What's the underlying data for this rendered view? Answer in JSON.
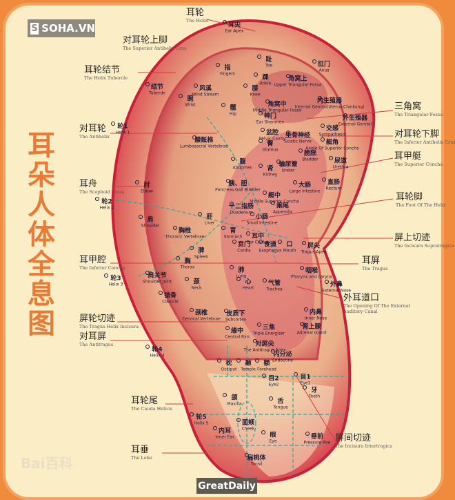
{
  "watermarks": {
    "top": "SOHA.VN",
    "top_badge": "S",
    "bottom": "GreatDaily",
    "baidu": "Bai百科"
  },
  "title": [
    "耳",
    "朵",
    "人",
    "体",
    "全",
    "息",
    "图"
  ],
  "colors": {
    "title": "#ea7a35",
    "background": "#fbeec6",
    "frame": "#f08a3c",
    "ear_edge": "#c8203a",
    "ear_inner": "#f3c79a",
    "guide_line": "#2aa6a0",
    "label_line": "#d83a3a"
  },
  "outer_labels": [
    {
      "cn": "耳轮",
      "en": "The Helix"
    },
    {
      "cn": "对耳轮上脚",
      "en": "The Superior Antihelix Crus"
    },
    {
      "cn": "耳轮结节",
      "en": "The Helix Tubercle"
    },
    {
      "cn": "对耳轮",
      "en": "The Antihelix"
    },
    {
      "cn": "耳舟",
      "en": "The Scaphoid Fossa"
    },
    {
      "cn": "耳甲腔",
      "en": "The Inferior Concha"
    },
    {
      "cn": "屏轮切迹",
      "en": "The Tragus-Helix Incisura"
    },
    {
      "cn": "对耳屏",
      "en": "The Antitragus"
    },
    {
      "cn": "耳轮尾",
      "en": "The Cauda Helicis"
    },
    {
      "cn": "耳垂",
      "en": "The Lobe"
    },
    {
      "cn": "三角窝",
      "en": "The Triangular Fossa"
    },
    {
      "cn": "对耳轮下脚",
      "en": "The Inferior Antihelix Crus"
    },
    {
      "cn": "耳甲艇",
      "en": "The Superior Concha"
    },
    {
      "cn": "耳轮脚",
      "en": "The Foot Of The Helix"
    },
    {
      "cn": "屏上切迹",
      "en": "The Incisura Supratragica"
    },
    {
      "cn": "耳屏",
      "en": "The Tragus"
    },
    {
      "cn": "外耳道口",
      "en": "The Opening Of The External Auditory Canal"
    },
    {
      "cn": "屏间切迹",
      "en": "The Incisura Intertragica"
    }
  ],
  "points": [
    {
      "cn": "轮1",
      "en": "Helix 1"
    },
    {
      "cn": "轮2",
      "en": "Helix 2"
    },
    {
      "cn": "轮3",
      "en": "Helix 3"
    },
    {
      "cn": "轮4",
      "en": "Helix 4"
    },
    {
      "cn": "轮5",
      "en": "Helix 5"
    },
    {
      "cn": "结节",
      "en": "Tuberde"
    },
    {
      "cn": "耳尖",
      "en": "Ear Apex"
    },
    {
      "cn": "指",
      "en": "Fingers"
    },
    {
      "cn": "风溪",
      "en": "Wind Stream"
    },
    {
      "cn": "腕",
      "en": "Wrist"
    },
    {
      "cn": "趾",
      "en": "Toe"
    },
    {
      "cn": "踝",
      "en": "Ankle"
    },
    {
      "cn": "膝",
      "en": "Knee"
    },
    {
      "cn": "髋",
      "en": "Hip"
    },
    {
      "cn": "角窝上",
      "en": "Upper Triangular Fossa"
    },
    {
      "cn": "角窝中",
      "en": "Middle Triangular Fossa"
    },
    {
      "cn": "神门",
      "en": "Ear Shenmen"
    },
    {
      "cn": "内生殖器",
      "en": "Internal Genital(Uterus,Chinkung)"
    },
    {
      "cn": "肛门",
      "en": "Anus"
    },
    {
      "cn": "外生殖器",
      "en": "External Genital"
    },
    {
      "cn": "交感",
      "en": "Sympathesis"
    },
    {
      "cn": "艇角",
      "en": "Angle Of Superior Concha"
    },
    {
      "cn": "尿道",
      "en": "Urethra"
    },
    {
      "cn": "直肠",
      "en": "Rectum"
    },
    {
      "cn": "盆腔",
      "en": "Pelvic Cavity"
    },
    {
      "cn": "坐骨神经",
      "en": "Sciatic Nerve"
    },
    {
      "cn": "臀",
      "en": "Gluteus"
    },
    {
      "cn": "腰骶椎",
      "en": "Lumbosacral Vertebrae"
    },
    {
      "cn": "腹",
      "en": "Abdomen"
    },
    {
      "cn": "输尿管",
      "en": "Ureter"
    },
    {
      "cn": "膀胱",
      "en": "Bladder"
    },
    {
      "cn": "肾",
      "en": "Kidney"
    },
    {
      "cn": "胰、胆",
      "en": "Pancreas,Gall Bladder"
    },
    {
      "cn": "艇中",
      "en": "Middle Superior Concha"
    },
    {
      "cn": "大肠",
      "en": "Large Intestine"
    },
    {
      "cn": "阑尾",
      "en": "Appendix"
    },
    {
      "cn": "肘",
      "en": "Elbow"
    },
    {
      "cn": "肩",
      "en": "Shoulder"
    },
    {
      "cn": "胸椎",
      "en": "Thoracic Vertebrae"
    },
    {
      "cn": "肝",
      "en": "Liver"
    },
    {
      "cn": "十二指肠",
      "en": "Duodenum"
    },
    {
      "cn": "小肠",
      "en": "Small Intestine"
    },
    {
      "cn": "胃",
      "en": "Stomach"
    },
    {
      "cn": "耳中",
      "en": "Ear Center"
    },
    {
      "cn": "贲门",
      "en": "Cardia"
    },
    {
      "cn": "食道",
      "en": "Esophagus"
    },
    {
      "cn": "口",
      "en": "Mouth"
    },
    {
      "cn": "脾",
      "en": "Spleen"
    },
    {
      "cn": "胸",
      "en": "Thorax"
    },
    {
      "cn": "屏尖",
      "en": "Tragus Apex"
    },
    {
      "cn": "肺",
      "en": "Lung"
    },
    {
      "cn": "心",
      "en": "Heart"
    },
    {
      "cn": "气管",
      "en": "Trachea"
    },
    {
      "cn": "锁骨",
      "en": "Clavicle"
    },
    {
      "cn": "肩关节",
      "en": "Shoulder Joint"
    },
    {
      "cn": "颈",
      "en": "Neck"
    },
    {
      "cn": "颈椎",
      "en": "Cervical Vertebrae"
    },
    {
      "cn": "咽喉",
      "en": "Pharynx and Larynx"
    },
    {
      "cn": "外鼻",
      "en": "External Nose"
    },
    {
      "cn": "内鼻",
      "en": "Inner Nose"
    },
    {
      "cn": "肾上腺",
      "en": "Adrenal Gland"
    },
    {
      "cn": "皮质下",
      "en": "Subcortex"
    },
    {
      "cn": "缘中",
      "en": "Central Rim"
    },
    {
      "cn": "三焦",
      "en": "Triple Energizer"
    },
    {
      "cn": "对屏尖",
      "en": "The Antitragus Apex"
    },
    {
      "cn": "内分泌",
      "en": "Endocrine"
    },
    {
      "cn": "枕",
      "en": "Occiput"
    },
    {
      "cn": "颞",
      "en": "Temple"
    },
    {
      "cn": "额",
      "en": "Forehead"
    },
    {
      "cn": "目2",
      "en": "Eye2"
    },
    {
      "cn": "目1",
      "en": "Eye1"
    },
    {
      "cn": "牙",
      "en": "Teeth"
    },
    {
      "cn": "舌",
      "en": "Tongue"
    },
    {
      "cn": "颌",
      "en": "Maxilla"
    },
    {
      "cn": "面颊",
      "en": "Cheek"
    },
    {
      "cn": "内耳",
      "en": "Inner Ear"
    },
    {
      "cn": "眼",
      "en": "Eye"
    },
    {
      "cn": "垂前",
      "en": "Pressure Roe"
    },
    {
      "cn": "扁桃体",
      "en": "Tonsil"
    }
  ]
}
